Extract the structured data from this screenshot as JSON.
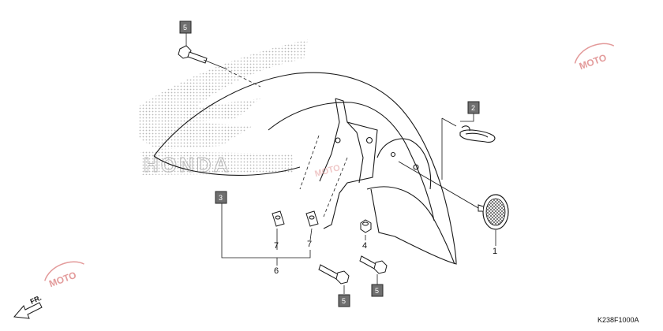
{
  "figure_code": "K238F1000A",
  "direction_label": "FR.",
  "watermark_text": "MOTO",
  "logo_text": "HONDA",
  "colors": {
    "line": "#1a1a1a",
    "box_fill": "#6f6f6f",
    "box_border": "#2a2a2a",
    "dots": "#b9b9b9",
    "watermark": "#e39a9a"
  },
  "callouts": {
    "c1": "1",
    "c4": "4",
    "c6": "6",
    "c7a": "7",
    "c7b": "7"
  },
  "boxes": {
    "b5_top": "5",
    "b2": "2",
    "b3": "3",
    "b5_bottom_left": "5",
    "b5_bottom_right": "5"
  }
}
